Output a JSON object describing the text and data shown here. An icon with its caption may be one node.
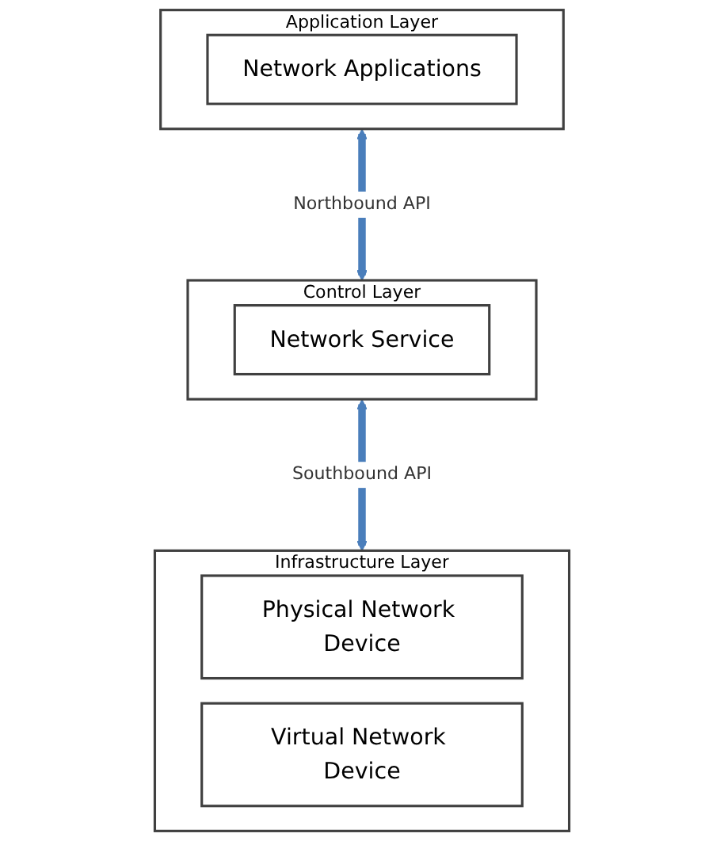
{
  "diagram": {
    "nodes": [
      {
        "text": [
          "Application Layer"
        ]
      },
      {
        "text": [
          "Network Applications"
        ],
        "in": 0
      },
      {
        "text": [
          "Control Layer"
        ]
      },
      {
        "text": [
          "Network Service"
        ],
        "in": 2
      },
      {
        "text": [
          "Infrastructure Layer"
        ]
      },
      {
        "text": [
          "Physical Network Device"
        ],
        "in": 4
      },
      {
        "text": [
          "Virtual Network Device"
        ],
        "in": 4
      }
    ],
    "edges": [
      {
        "from": 0,
        "to": 2,
        "arrow": "both",
        "label": "Northbound API"
      },
      {
        "from": 2,
        "to": 4,
        "arrow": "both",
        "label": "Southbound API"
      }
    ]
  }
}
